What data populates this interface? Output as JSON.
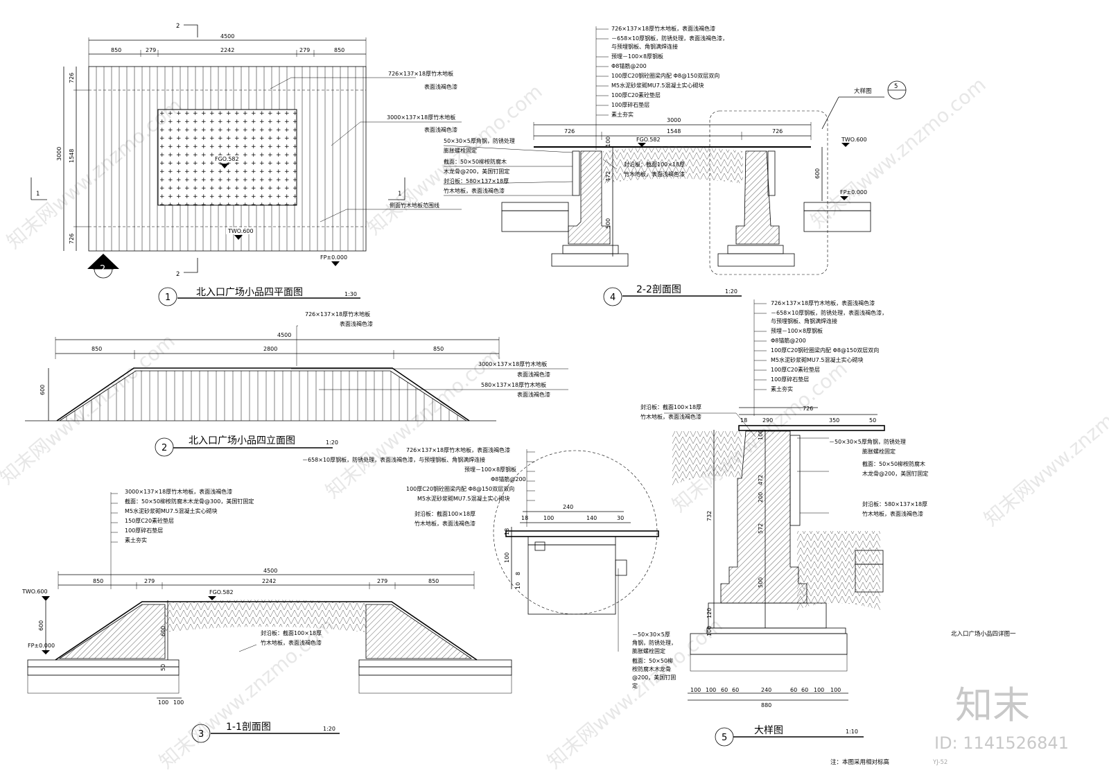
{
  "sheet": {
    "title": "北入口广场小品四详图一",
    "note": "注：本图采用相对标高",
    "sheet_no": "YJ-52"
  },
  "watermark": {
    "logo_text": "知末",
    "id_text": "ID: 1141526841",
    "repeat_text": "知末网www.znzmo.com"
  },
  "views": {
    "plan": {
      "number": "1",
      "title": "北入口广场小品四平面图",
      "scale": "1:30",
      "dims_top": [
        "850",
        "279",
        "2242",
        "279",
        "850"
      ],
      "dim_total": "4500",
      "dims_left": [
        "726",
        "1548",
        "726"
      ],
      "dim_left_total": "3000",
      "section_mark_top": "2",
      "section_mark_bottom": "2",
      "section_mark_left": "1",
      "section_mark_right": "1",
      "elevation_marker": "2",
      "level_center": "FGO.582",
      "level_bottom": "TWO.600",
      "level_corner": "FP±0.000",
      "notes": [
        "726×137×18厚竹木地板",
        "表面浅褐色漆",
        "3000×137×18厚竹木地板",
        "表面浅褐色漆",
        "侧面竹木地板范围线"
      ]
    },
    "elevation": {
      "number": "2",
      "title": "北入口广场小品四立面图",
      "scale": "1:20",
      "dim_total": "4500",
      "dims": [
        "850",
        "2800",
        "850"
      ],
      "height": "600",
      "notes": [
        "726×137×18厚竹木地板",
        "表面浅褐色漆",
        "3000×137×18厚竹木地板",
        "表面浅褐色漆",
        "580×137×18厚竹木地板",
        "表面浅褐色漆"
      ]
    },
    "section_11": {
      "number": "3",
      "title": "1-1剖面图",
      "scale": "1:20",
      "dim_total": "4500",
      "dims": [
        "850",
        "279",
        "2242",
        "279",
        "850"
      ],
      "level_left": "TWO.600",
      "level_fp": "FP±0.000",
      "level_center": "FGO.582",
      "height": "600",
      "height2": "600",
      "bottom_dims": [
        "100",
        "100"
      ],
      "side_dim": "50",
      "notes": [
        "3000×137×18厚竹木地板，表面浅褐色漆",
        "截面：50×50柳桉防腐木木龙骨@300，美国钉固定",
        "M5水泥砂浆砌MU7.5混凝土实心砌块",
        "150厚C20素砼垫层",
        "100厚碎石垫层",
        "素土夯实"
      ],
      "edge_note": [
        "封沿板：截面100×18厚",
        "竹木地板，表面浅褐色漆"
      ]
    },
    "section_22": {
      "number": "4",
      "title": "2-2剖面图",
      "scale": "1:20",
      "dim_total": "3000",
      "dims": [
        "726",
        "1548",
        "726"
      ],
      "level_center": "FGO.582",
      "level_right_top": "TWO.600",
      "level_right": "FP±0.000",
      "heights": [
        "100",
        "472",
        "500",
        "600"
      ],
      "detail_ref_label": "大样图",
      "detail_ref_no": "5",
      "notes": [
        "726×137×18厚竹木地板，表面浅褐色漆",
        "－658×10厚钢板，防锈处理，表面浅褐色漆，",
        "与预埋钢板、角钢满焊连接",
        "预埋－100×8厚钢板",
        "Φ8锚筋@200",
        "100厚C20钢砼圈梁内配 Φ8@150双层双向",
        "M5水泥砂浆砌MU7.5混凝土实心砌块",
        "100厚C20素砼垫层",
        "100厚碎石垫层",
        "素土夯实"
      ],
      "left_notes": [
        "50×30×5厚角钢，防锈处理",
        "膨胀螺栓固定",
        "截面：50×50柳桉防腐木",
        "木龙骨@200，美国钉固定",
        "封沿板：580×137×18厚",
        "竹木地板，表面浅褐色漆"
      ],
      "mid_note": [
        "封沿板：截面100×18厚",
        "竹木地板，表面浅褐色漆"
      ]
    },
    "detail_5": {
      "number": "5",
      "title": "大样图",
      "scale": "1:10",
      "top_dims": [
        "18",
        "290",
        "350",
        "50"
      ],
      "top_total": "726",
      "bottom_dims": [
        "100",
        "100",
        "60",
        "60",
        "240",
        "60",
        "60",
        "100",
        "100"
      ],
      "bottom_total": "880",
      "heights": [
        "732",
        "100",
        "472",
        "200",
        "572",
        "500",
        "120",
        "100"
      ],
      "notes": [
        "726×137×18厚竹木地板，表面浅褐色漆",
        "－658×10厚钢板，防锈处理，表面浅褐色漆，",
        "与预埋钢板、角钢满焊连接",
        "预埋－100×8厚钢板",
        "Φ8锚筋@200",
        "100厚C20钢砼圈梁内配 Φ8@150双层双向",
        "M5水泥砂浆砌MU7.5混凝土实心砌块",
        "100厚C20素砼垫层",
        "100厚碎石垫层",
        "素土夯实"
      ],
      "left_note": [
        "封沿板：截面100×18厚",
        "竹木地板，表面浅褐色漆"
      ],
      "right_notes": [
        "－50×30×5厚角钢，防锈处理",
        "膨胀螺栓固定",
        "截面：50×50柳桉防腐木",
        "木龙骨@200，美国钉固定",
        "封沿板：580×137×18厚",
        "竹木地板，表面浅褐色漆"
      ]
    },
    "detail_zoom": {
      "dims": [
        "18",
        "100",
        "140",
        "30"
      ],
      "dim_total": "240",
      "heights": [
        "18",
        "100",
        "8",
        "10"
      ],
      "notes": [
        "726×137×18厚竹木地板，表面浅褐色漆",
        "－658×10厚钢板，防锈处理，表面浅褐色漆，与预埋钢板、角钢满焊连接",
        "预埋－100×8厚钢板",
        "Φ8锚筋@200",
        "100厚C20钢砼圈梁内配 Φ8@150双层双向",
        "M5水泥砂浆砌MU7.5混凝土实心砌块"
      ],
      "edge_note": [
        "封沿板：截面100×18厚",
        "竹木地板，表面浅褐色漆"
      ],
      "bottom_notes": [
        "－50×30×5厚",
        "角钢，防锈处理，",
        "膨胀螺栓固定",
        "截面：50×50柳",
        "桉防腐木木龙骨",
        "@200，美国钉固",
        "定"
      ]
    }
  }
}
